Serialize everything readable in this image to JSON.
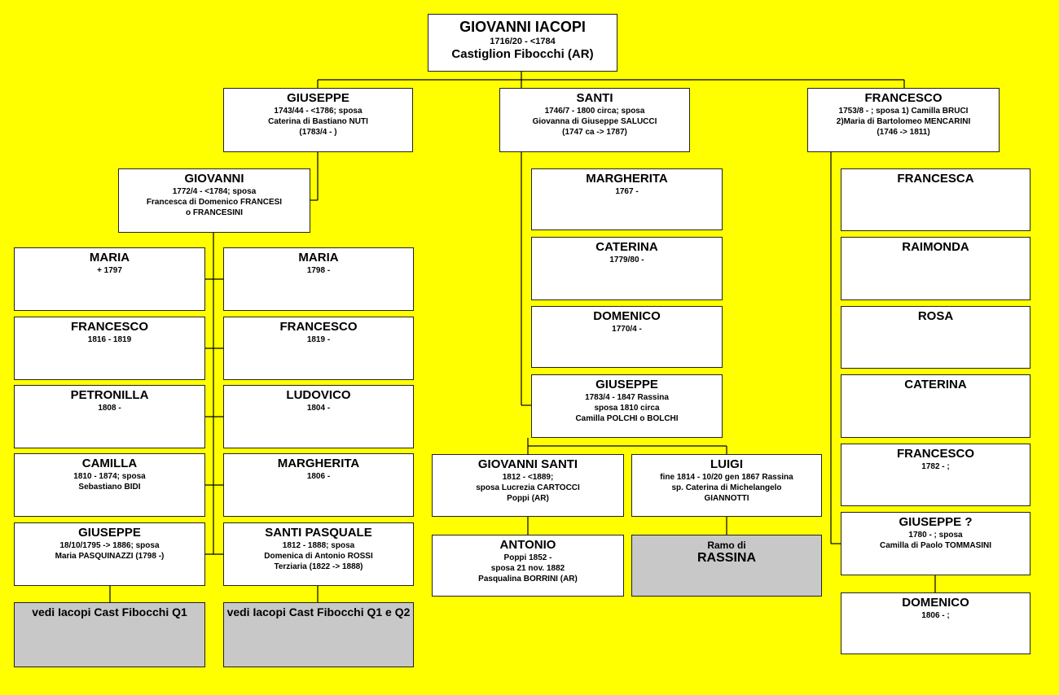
{
  "tree": {
    "root": {
      "name": "GIOVANNI IACOPI",
      "dates": "1716/20 - <1784",
      "place": "Castiglion Fibocchi  (AR)"
    },
    "giuseppe": {
      "name": "GIUSEPPE",
      "lines": [
        "1743/44 - <1786; sposa",
        "Caterina di Bastiano NUTI",
        "(1783/4 -  )"
      ]
    },
    "santi": {
      "name": "SANTI",
      "lines": [
        "1746/7 - 1800 circa; sposa",
        "Giovanna di Giuseppe SALUCCI",
        "(1747 ca -> 1787)"
      ]
    },
    "francesco": {
      "name": "FRANCESCO",
      "lines": [
        "1753/8  - ; sposa 1) Camilla BRUCI",
        "2)Maria di Bartolomeo MENCARINI",
        "(1746 -> 1811)"
      ]
    },
    "giovanni2": {
      "name": "GIOVANNI",
      "lines": [
        "1772/4 - <1784; sposa",
        "Francesca di Domenico FRANCESI",
        "o FRANCESINI"
      ]
    },
    "left_col": [
      {
        "name": "MARIA",
        "lines": [
          "+ 1797"
        ]
      },
      {
        "name": "FRANCESCO",
        "lines": [
          "1816 - 1819"
        ]
      },
      {
        "name": "PETRONILLA",
        "lines": [
          "1808 -"
        ]
      },
      {
        "name": "CAMILLA",
        "lines": [
          "1810 - 1874; sposa",
          "Sebastiano BIDI"
        ]
      },
      {
        "name": "GIUSEPPE",
        "lines": [
          "18/10/1795 -> 1886; sposa",
          "Maria PASQUINAZZI (1798 -)"
        ]
      }
    ],
    "mid_col": [
      {
        "name": "MARIA",
        "lines": [
          "1798 -"
        ]
      },
      {
        "name": "FRANCESCO",
        "lines": [
          "1819 -"
        ]
      },
      {
        "name": "LUDOVICO",
        "lines": [
          "1804 -"
        ]
      },
      {
        "name": "MARGHERITA",
        "lines": [
          "1806 -"
        ]
      },
      {
        "name": "SANTI PASQUALE",
        "lines": [
          "1812 - 1888; sposa",
          "Domenica di Antonio ROSSI",
          "Terziaria (1822 -> 1888)"
        ]
      }
    ],
    "see1": "vedi Iacopi Cast Fibocchi Q1",
    "see2": "vedi Iacopi Cast Fibocchi Q1 e Q2",
    "santi_col": [
      {
        "name": "MARGHERITA",
        "lines": [
          "1767 -"
        ]
      },
      {
        "name": "CATERINA",
        "lines": [
          "1779/80 -"
        ]
      },
      {
        "name": "DOMENICO",
        "lines": [
          "1770/4 -"
        ]
      },
      {
        "name": "GIUSEPPE",
        "lines": [
          "1783/4 - 1847 Rassina",
          "sposa  1810 circa",
          "Camilla POLCHI o BOLCHI"
        ]
      }
    ],
    "giovanni_santi": {
      "name": "GIOVANNI SANTI",
      "lines": [
        "1812 -   <1889;",
        "sposa Lucrezia CARTOCCI",
        "Poppi  (AR)"
      ]
    },
    "luigi": {
      "name": "LUIGI",
      "lines": [
        "fine 1814 - 10/20 gen 1867 Rassina",
        "sp. Caterina di Michelangelo",
        "GIANNOTTI"
      ]
    },
    "antonio": {
      "name": "ANTONIO",
      "lines": [
        "Poppi 1852 -",
        "sposa 21 nov. 1882",
        "Pasqualina BORRINI (AR)"
      ]
    },
    "ramo": {
      "line1": "Ramo di",
      "line2": "RASSINA"
    },
    "right_col": [
      {
        "name": "FRANCESCA",
        "lines": []
      },
      {
        "name": "RAIMONDA",
        "lines": []
      },
      {
        "name": "ROSA",
        "lines": []
      },
      {
        "name": "CATERINA",
        "lines": []
      },
      {
        "name": "FRANCESCO",
        "lines": [
          "1782 -  ;"
        ]
      },
      {
        "name": "GIUSEPPE ?",
        "lines": [
          "1780 -  ; sposa",
          "Camilla di Paolo TOMMASINI"
        ]
      }
    ],
    "domenico": {
      "name": "DOMENICO",
      "lines": [
        "1806 -  ;"
      ]
    }
  }
}
